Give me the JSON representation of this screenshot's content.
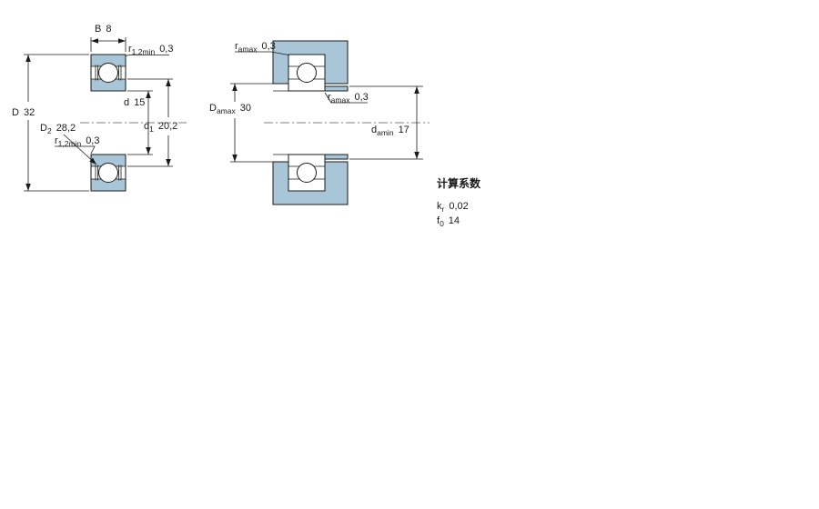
{
  "drawing_type": "bearing-dimension-drawing",
  "colors": {
    "section_fill": "#A9C5D8",
    "line": "#1a1a1a",
    "background": "#ffffff"
  },
  "left_view": {
    "B": {
      "label": "B",
      "value": "8"
    },
    "r_top": {
      "label": "r",
      "sub": "1,2min",
      "value": "0,3"
    },
    "D": {
      "label": "D",
      "value": "32"
    },
    "D2": {
      "label": "D",
      "sub": "2",
      "value": "28,2"
    },
    "r_bottom": {
      "label": "r",
      "sub": "1,2min",
      "value": "0,3"
    },
    "d": {
      "label": "d",
      "value": "15"
    },
    "d1": {
      "label": "d",
      "sub": "1",
      "value": "20,2"
    }
  },
  "right_view": {
    "ra_top": {
      "label": "r",
      "sub": "amax",
      "value": "0,3"
    },
    "Da": {
      "label": "D",
      "sub": "amax",
      "value": "30"
    },
    "ra_mid": {
      "label": "r",
      "sub": "amax",
      "value": "0,3"
    },
    "da": {
      "label": "d",
      "sub": "amin",
      "value": "17"
    }
  },
  "calculation_factors": {
    "heading": "计算系数",
    "kr": {
      "label": "k",
      "sub": "r",
      "value": "0,02"
    },
    "f0": {
      "label": "f",
      "sub": "0",
      "value": "14"
    }
  }
}
